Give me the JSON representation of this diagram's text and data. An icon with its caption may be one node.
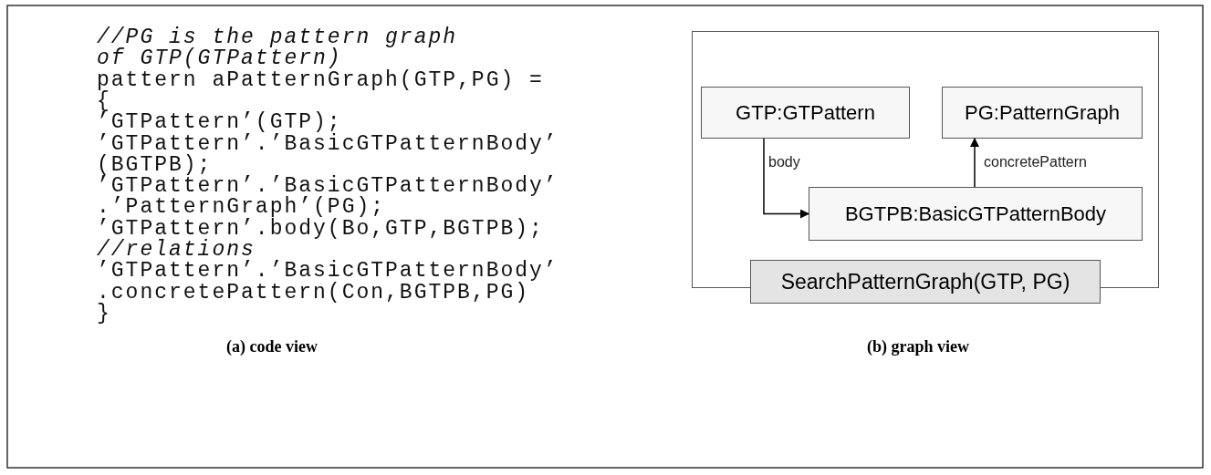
{
  "diagram": {
    "nodes": [
      {
        "text": [],
        "shape": "box"
      },
      {
        "text": [
          "GTP:GTPattern"
        ],
        "in": 0
      },
      {
        "text": [
          "PG:PatternGraph"
        ],
        "in": 0
      },
      {
        "text": [
          "BGTPB:BasicGTPatternBody"
        ],
        "in": 0
      },
      {
        "text": [
          "SearchPatternGraph(GTP, PG)"
        ]
      }
    ],
    "edges": [
      {
        "from": 1,
        "to": 3,
        "arrow": "to",
        "label": "body"
      },
      {
        "from": 3,
        "to": 2,
        "arrow": "to",
        "label": "concretePattern"
      }
    ],
    "labels": [
      "//PG is the pattern graph",
      "of GTP(GTPattern)",
      "pattern aPatternGraph(GTP,PG) =",
      "{",
      "’GTPattern’(GTP);",
      "’GTPattern’.’BasicGTPatternBody’",
      "(BGTPB);",
      "’GTPattern’.’BasicGTPatternBody’",
      ".’PatternGraph’(PG);",
      "’GTPattern’.body(Bo,GTP,BGTPB);",
      "//relations",
      "’GTPattern’.’BasicGTPatternBody’",
      ".concretePattern(Con,BGTPB,PG)",
      "}",
      "(a) code view",
      "(b) graph view"
    ]
  }
}
